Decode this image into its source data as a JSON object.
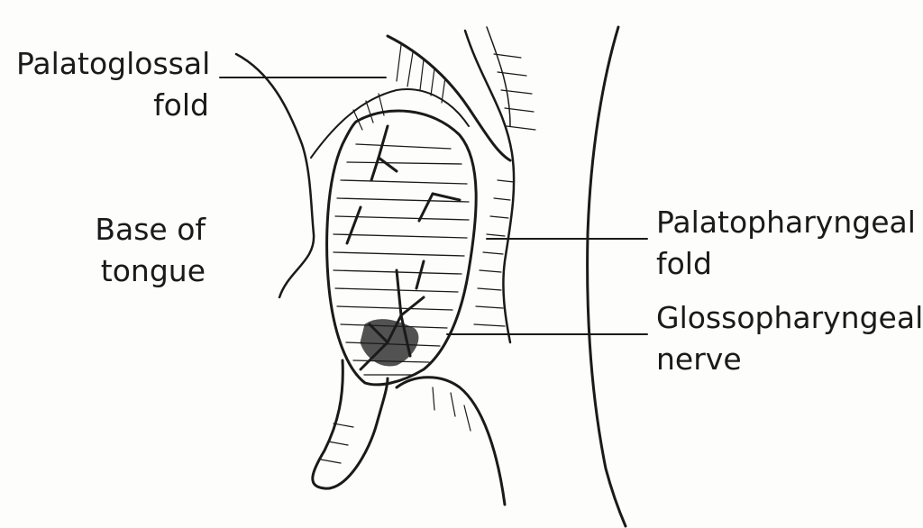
{
  "labels": {
    "palatoglossal_fold": [
      "Palatoglossal",
      "fold"
    ],
    "base_of_tongue": [
      "Base of",
      "tongue"
    ],
    "palatopharyngeal_fold": [
      "Palatopharyngeal",
      "fold"
    ],
    "glossopharyngeal_nerve": [
      "Glossopharyngeal",
      "nerve"
    ]
  },
  "colors": {
    "ink": "#1a1a1a",
    "paper": "#fdfdfc"
  }
}
